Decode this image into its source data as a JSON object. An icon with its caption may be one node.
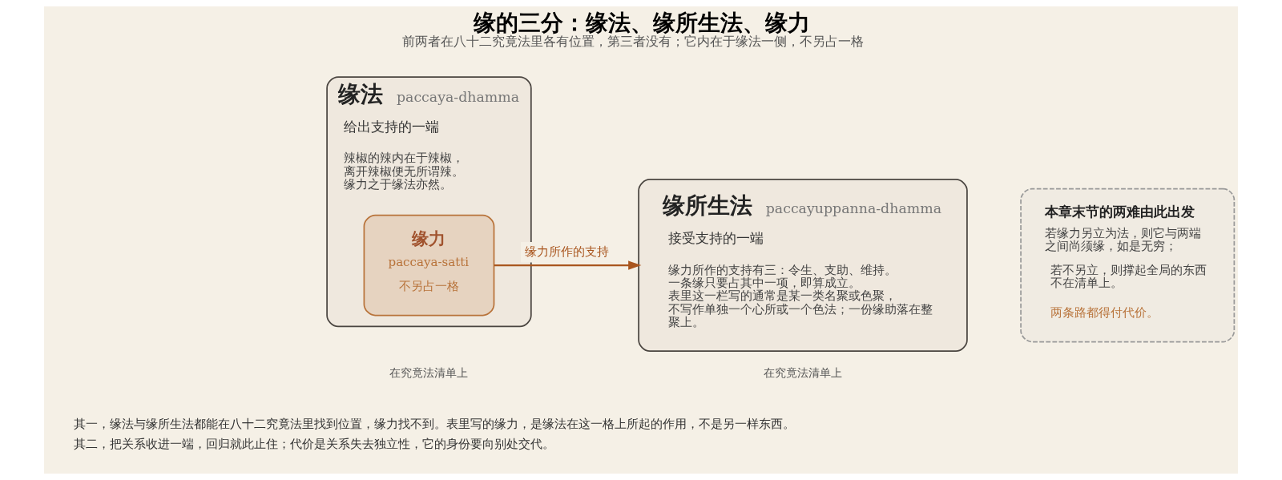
{
  "diagram": {
    "title": "缘的三分：缘法、缘所生法、缘力",
    "caption": "前两者在八十二究竟法里各有位置，第三者没有；它内在于缘法一侧，不另占一格",
    "nodes": [
      {
        "text": [
          "缘法",
          "paccaya-dhamma",
          "给出支持的一端",
          "辣椒的辣内在于辣椒，离开辣椒便无所谓辣。缘力之于缘法亦然。"
        ],
        "beside": [
          "在究竟法清单上"
        ]
      },
      {
        "text": [
          "缘力",
          "paccaya-satti",
          "不另占一格"
        ],
        "in": 0
      },
      {
        "text": [
          "缘所生法",
          "paccayuppanna-dhamma",
          "接受支持的一端",
          "缘力所作的支持有三：令生、支助、维持。一条缘只要占其中一项，即算成立。表里这一栏写的通常是某一类名聚或色聚，不写作单独一个心所或一个色法；一份缘助落在整聚上。"
        ],
        "beside": [
          "在究竟法清单上"
        ]
      },
      {
        "text": [
          "本章末节的两难由此出发",
          "若缘力另立为法，则它与两端之间尚须缘，如是无穷；",
          "若不另立，则撑起全局的东西不在清单上。",
          "两条路都得付代价。"
        ]
      }
    ],
    "edges": [
      {
        "from": 1,
        "to": 2,
        "arrow": "to",
        "label": "缘力所作的支持",
        "color": "#a9561f"
      }
    ],
    "labels": [
      "其一，缘法与缘所生法都能在八十二究竟法里找到位置，缘力找不到。表里写的缘力，是缘法在这一格上所起的作用，不是另一样东西。",
      "其二，把关系收进一端，回归就此止住；代价是关系失去独立性，它的身份要向别处交代。"
    ]
  }
}
